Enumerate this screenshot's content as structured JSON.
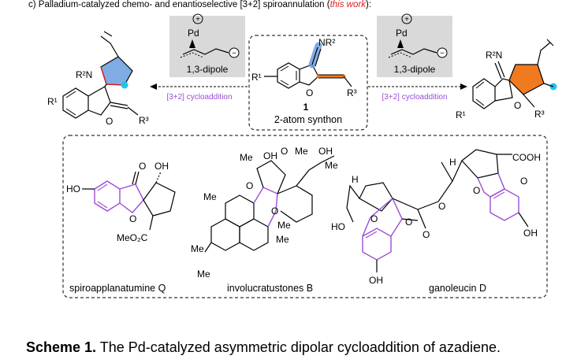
{
  "header": {
    "prefix": "c) Palladium-catalyzed chemo- and enantioselective [3+2] spiroannulation (",
    "this_work": "this work",
    "suffix": "):"
  },
  "dipole_left": {
    "metal": "Pd",
    "charge_plus": "+",
    "charge_minus": "−",
    "label": "1,3-dipole"
  },
  "dipole_right": {
    "metal": "Pd",
    "charge_plus": "+",
    "charge_minus": "−",
    "label": "1,3-dipole"
  },
  "synthon": {
    "number": "1",
    "label": "2-atom synthon",
    "nr2": "NR²",
    "r1": "R¹",
    "r3": "R³"
  },
  "arrows": {
    "left_label": "[3+2] cycloaddition",
    "right_label": "[3+2] cycloaddition"
  },
  "left_product": {
    "r2n": "R²N",
    "r1": "R¹",
    "r3": "R³",
    "o": "O"
  },
  "right_product": {
    "r2n": "R²N",
    "r1": "R¹",
    "r3": "R³",
    "o": "O"
  },
  "natural_products": [
    {
      "name": "spiroapplanatumine Q",
      "ho": "HO",
      "oh": "OH",
      "o": "O",
      "ester": "MeO₂C"
    },
    {
      "name": "involucratustones B",
      "me": "Me",
      "oh": "OH",
      "o": "O"
    },
    {
      "name": "ganoleucin D",
      "h": "H",
      "ho": "HO",
      "oh": "OH",
      "cooh": "COOH",
      "o": "O"
    }
  ],
  "caption": {
    "bold": "Scheme 1.",
    "text": " The Pd-catalyzed asymmetric dipolar cycloaddition of azadiene."
  },
  "colors": {
    "accent_purple": "#9b4dd6",
    "accent_orange": "#f07a20",
    "accent_blue": "#6a9ee0",
    "accent_cyan": "#21c5e8",
    "this_work_red": "#e02020",
    "dipole_box_gray": "#d9d9d9"
  }
}
